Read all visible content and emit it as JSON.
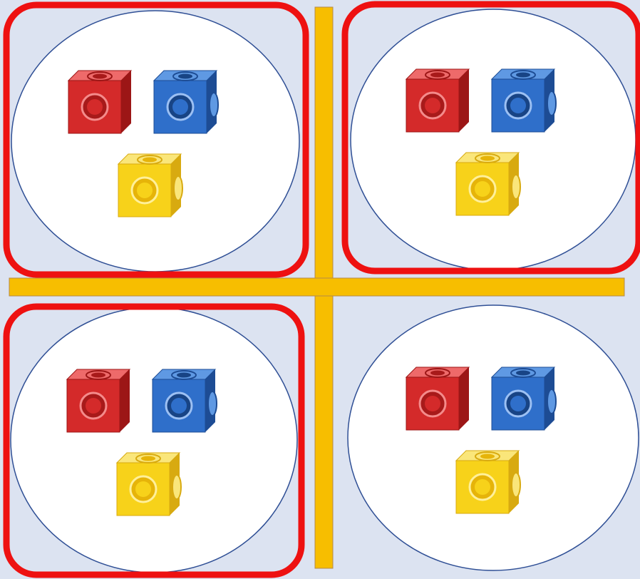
{
  "colors": {
    "background": "#dce3f1",
    "divider": "#f7be00",
    "divider_border": "#b5894a",
    "circle_fill": "#ffffff",
    "circle_stroke": "#2f4f95",
    "highlight": "#ee1111"
  },
  "cube_colors": {
    "red": {
      "front": "#d42a2a",
      "top": "#ee6a6a",
      "side": "#9c1616",
      "hole": "#a81a1a",
      "ring": "#f48b8b"
    },
    "blue": {
      "front": "#2f6fca",
      "top": "#5f99e3",
      "side": "#1d4c94",
      "hole": "#184485",
      "ring": "#9cc0f3"
    },
    "yellow": {
      "front": "#f7d21a",
      "top": "#fae67a",
      "side": "#d8aa10",
      "hole": "#e6b409",
      "ring": "#fff09a"
    }
  },
  "groups": [
    {
      "id": "top-left",
      "highlighted": true,
      "cubes": [
        "red",
        "blue",
        "yellow"
      ]
    },
    {
      "id": "top-right",
      "highlighted": true,
      "cubes": [
        "red",
        "blue",
        "yellow"
      ]
    },
    {
      "id": "bottom-left",
      "highlighted": true,
      "cubes": [
        "red",
        "blue",
        "yellow"
      ]
    },
    {
      "id": "bottom-right",
      "highlighted": false,
      "cubes": [
        "red",
        "blue",
        "yellow"
      ]
    }
  ]
}
